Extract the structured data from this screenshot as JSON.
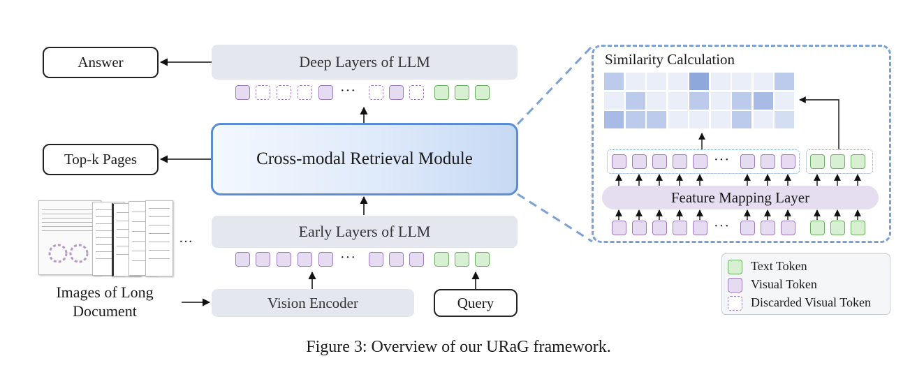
{
  "outputs": {
    "answer": "Answer",
    "top_k": "Top-k Pages"
  },
  "layers": {
    "deep": "Deep Layers of LLM",
    "crm": "Cross-modal Retrieval Module",
    "early": "Early Layers of LLM",
    "vision_encoder": "Vision Encoder",
    "query": "Query"
  },
  "document_label": "Images of Long Document",
  "ellipsis": "···",
  "doc_ellipsis": "…",
  "zoom": {
    "title": "Similarity Calculation",
    "feature_mapping": "Feature Mapping Layer"
  },
  "legend": {
    "text_token": "Text Token",
    "visual_token": "Visual Token",
    "discarded": "Discarded Visual Token"
  },
  "caption": "Figure 3: Overview of our URaG framework.",
  "colors": {
    "crm_border": "#5b8dd6",
    "visual_token": "#e6dcf1",
    "text_token": "#d7f0d2",
    "layer_bg": "#e4e7ee",
    "feature_mapping_bg": "#e5def0",
    "zoom_border": "#7aa0d4"
  }
}
